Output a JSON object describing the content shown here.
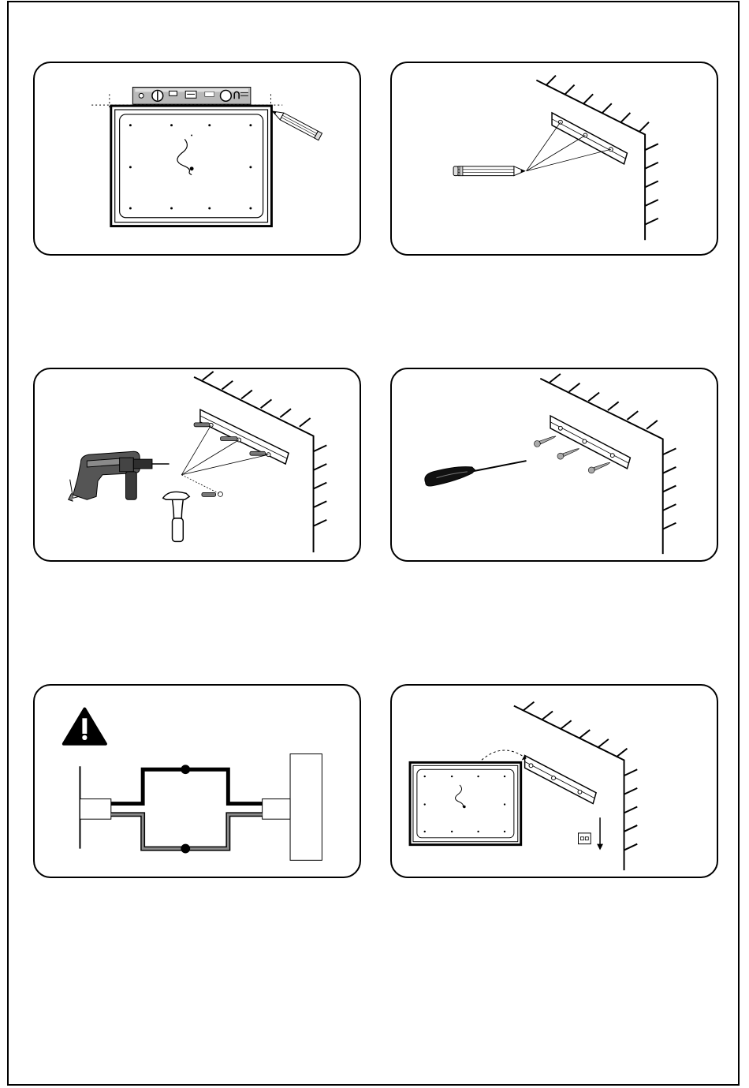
{
  "document": {
    "panels": [
      {
        "id": "step-1",
        "illustration": "mirror-level-pencil"
      },
      {
        "id": "step-2",
        "illustration": "bracket-marking"
      },
      {
        "id": "step-3",
        "illustration": "drill-and-anchors"
      },
      {
        "id": "step-4",
        "illustration": "screw-bracket"
      },
      {
        "id": "step-5",
        "illustration": "wiring-warning"
      },
      {
        "id": "step-6",
        "illustration": "hang-mirror"
      }
    ],
    "colors": {
      "line": "#000000",
      "wire_gray": "#8a8a8a",
      "tool_gray": "#9a9a9a"
    }
  }
}
